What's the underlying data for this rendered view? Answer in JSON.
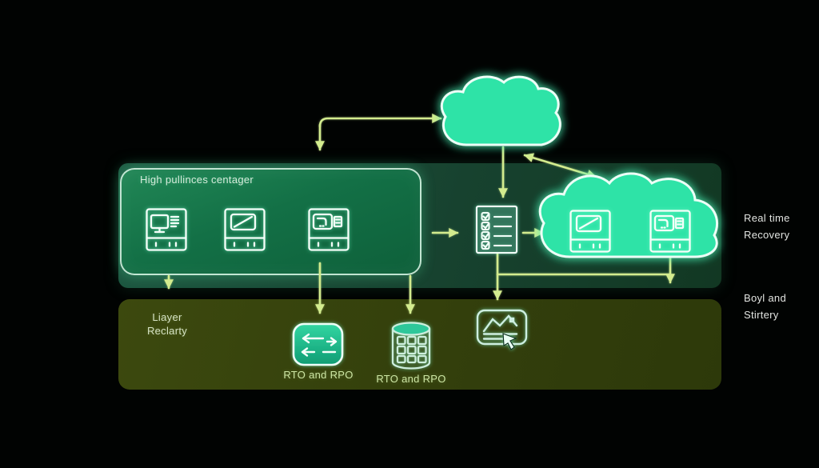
{
  "colors": {
    "background": "#000000",
    "cloud_fill": "#2fe3a7",
    "outline_white": "#ecfff7",
    "arrow_green": "#d3ec8e",
    "upper_band": "#1a4c37",
    "upper_box": "#157046",
    "lower_band": "#364209",
    "rto_icon_fill": "#1fbd8c",
    "label_green": "#d6ecdc",
    "label_grey": "#e2e4e1"
  },
  "upper_band": {
    "box_title": "High pullinces centager"
  },
  "right_labels": {
    "realtime_line1": "Real time",
    "realtime_line2": "Recovery",
    "strategy_line1": "Boyl and",
    "strategy_line2": "Stirtery"
  },
  "lower_band": {
    "left_label_line1": "Liayer",
    "left_label_line2": "Reclarty",
    "rto_label_left": "RTO and RPO",
    "rto_label_right": "RTO and RPO"
  },
  "icons": {
    "top_cloud": "cloud-icon",
    "right_cloud": "cloud-with-servers-icon",
    "checklist": "checklist-icon",
    "server_monitor": "server-monitor-icon",
    "server_screen": "server-screen-slash-icon",
    "server_document": "server-document-icon",
    "sync": "sync-arrows-icon",
    "database": "database-grid-icon",
    "monitor_chart": "monitor-chart-cursor-icon"
  }
}
